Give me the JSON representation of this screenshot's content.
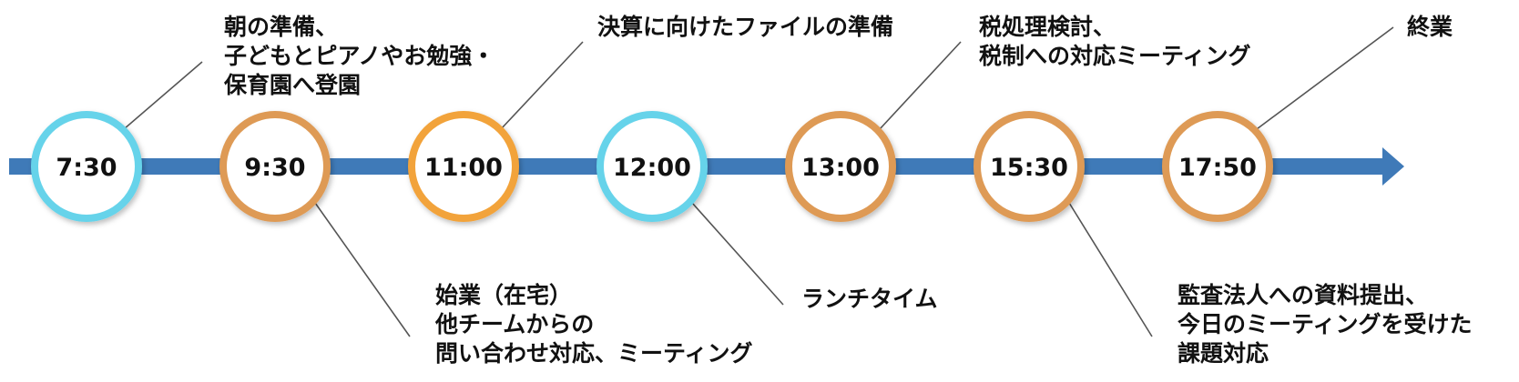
{
  "colors": {
    "axis": "#3f7ab8",
    "cyan": "#66d3ea",
    "orange": "#de9a55",
    "amber": "#f2a33a",
    "leader": "#555555"
  },
  "events": [
    {
      "time": "7:30",
      "ring": "cyan",
      "side": "top",
      "lines": [
        "朝の準備、",
        "子どもとピアノやお勉強・",
        "保育園へ登園"
      ]
    },
    {
      "time": "9:30",
      "ring": "orange",
      "side": "bottom",
      "lines": [
        "始業（在宅）",
        "他チームからの",
        "問い合わせ対応、ミーティング"
      ]
    },
    {
      "time": "11:00",
      "ring": "amber",
      "side": "top",
      "lines": [
        "決算に向けたファイルの準備"
      ]
    },
    {
      "time": "12:00",
      "ring": "cyan",
      "side": "bottom",
      "lines": [
        "ランチタイム"
      ]
    },
    {
      "time": "13:00",
      "ring": "orange",
      "side": "top",
      "lines": [
        "税処理検討、",
        "税制への対応ミーティング"
      ]
    },
    {
      "time": "15:30",
      "ring": "orange",
      "side": "bottom",
      "lines": [
        "監査法人への資料提出、",
        "今日のミーティングを受けた",
        "課題対応"
      ]
    },
    {
      "time": "17:50",
      "ring": "orange",
      "side": "top",
      "lines": [
        "終業"
      ]
    }
  ]
}
